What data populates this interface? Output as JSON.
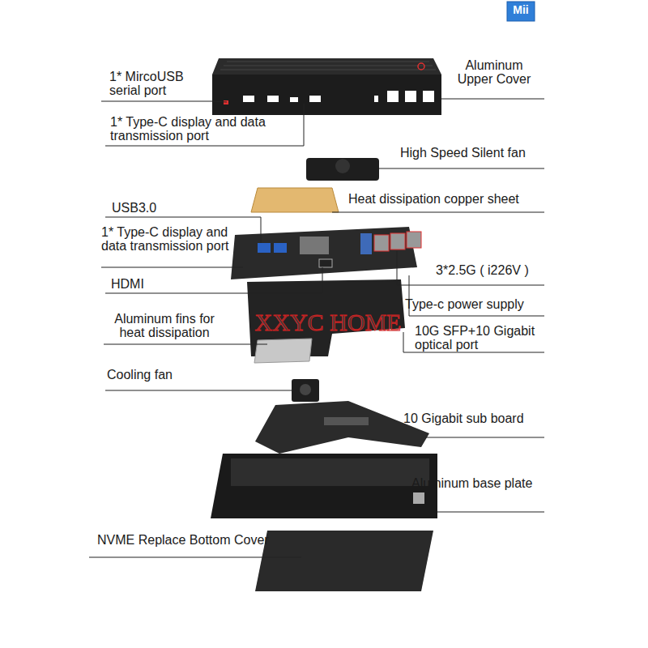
{
  "diagram": {
    "labels": [
      "Mii",
      "1* MircoUSB serial port",
      "Aluminum Upper Cover",
      "1* Type-C display and data transmission port",
      "High Speed Silent fan",
      "USB3.0",
      "Heat dissipation copper sheet",
      "1* Type-C display and data transmission port",
      "3*2.5G ( i226V )",
      "HDMI",
      "Type-c power supply",
      "Aluminum fins for heat dissipation",
      "10G SFP+10 Gigabit optical port",
      "XXYC HOME",
      "Cooling fan",
      "10 Gigabit sub board",
      "Aluminum base plate",
      "NVME Replace Bottom Cover"
    ]
  }
}
